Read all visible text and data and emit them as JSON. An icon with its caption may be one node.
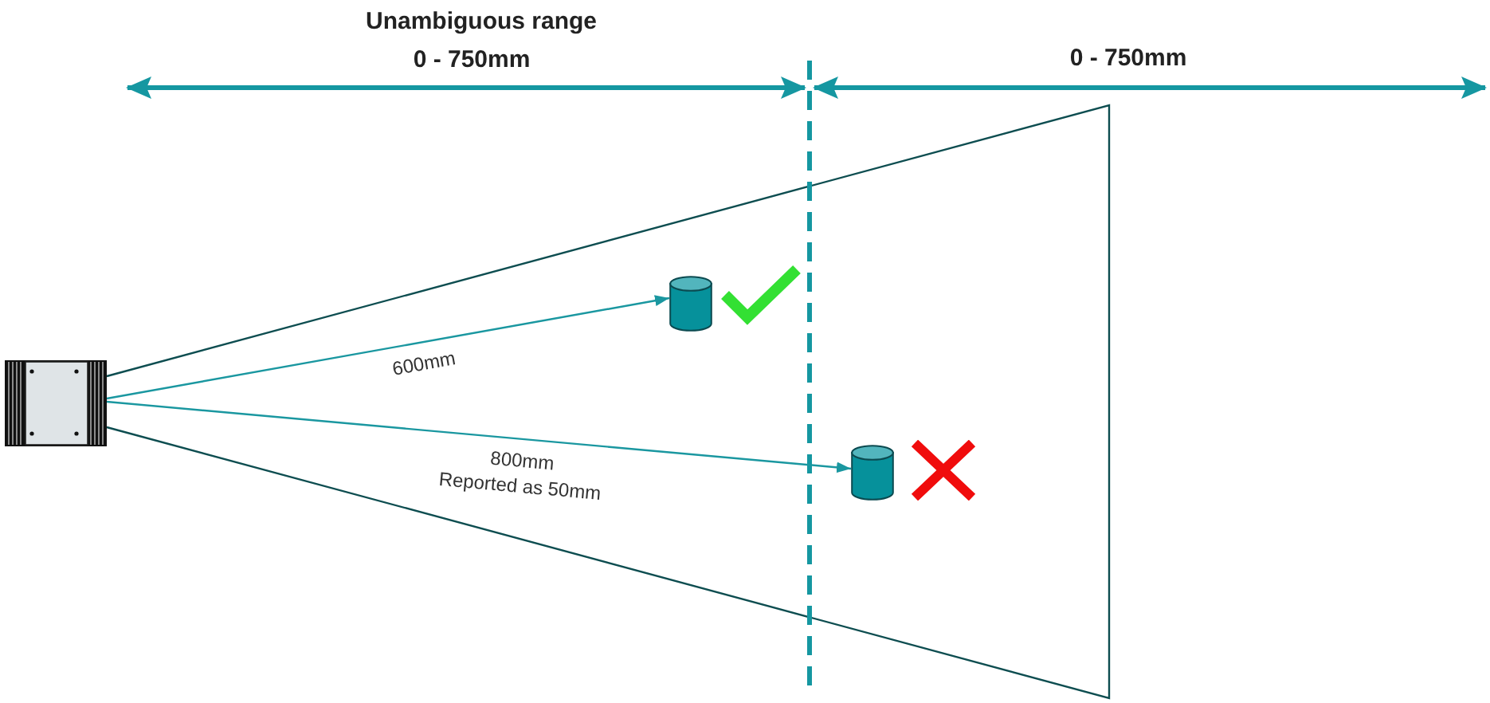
{
  "diagram": {
    "nodes": [
      {
        "text": [],
        "shape": "picture"
      },
      {
        "text": [],
        "shape": "cylinder"
      },
      {
        "text": [],
        "shape": "cylinder"
      }
    ],
    "edges": [
      {
        "from": 0,
        "to": 1,
        "arrow": "to",
        "label": "600mm"
      },
      {
        "from": 0,
        "to": 2,
        "arrow": "to",
        "label": "800mm Reported as 50mm"
      }
    ],
    "labels": [
      "Unambiguous range",
      "0 - 750mm",
      "0 - 750mm"
    ]
  }
}
